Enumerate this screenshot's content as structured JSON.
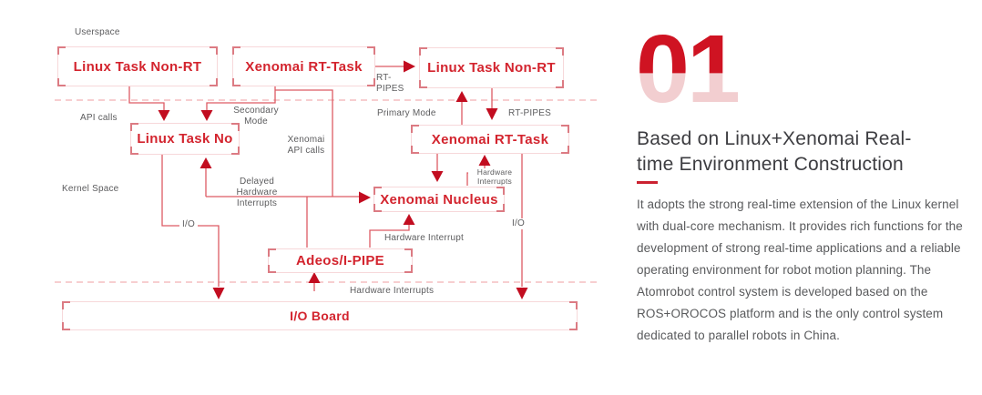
{
  "diagram": {
    "boxes": {
      "linux_task_nonrt_1": "Linux Task Non-RT",
      "xenomai_rt_task_1": "Xenomai RT-Task",
      "linux_task_nonrt_2": "Linux Task Non-RT",
      "linux_task_no": "Linux Task No",
      "xenomai_rt_task_2": "Xenomai RT-Task",
      "xenomai_nucleus": "Xenomai Nucleus",
      "adeos_ipipe": "Adeos/I-PIPE",
      "io_board": "I/O Board"
    },
    "labels": {
      "userspace": "Userspace",
      "kernel_space": "Kernel Space",
      "api_calls": "API calls",
      "rt_pipes_top_l1": "RT-",
      "rt_pipes_top_l2": "PIPES",
      "secondary_mode_l1": "Secondary",
      "secondary_mode_l2": "Mode",
      "primary_mode": "Primary Mode",
      "rt_pipes": "RT-PIPES",
      "xenomai_api_l1": "Xenomai",
      "xenomai_api_l2": "API calls",
      "delayed_l1": "Delayed",
      "delayed_l2": "Hardware",
      "delayed_l3": "Interrupts",
      "hw_int_small_l1": "Hardware",
      "hw_int_small_l2": "Interrupts",
      "io_left": "I/O",
      "io_right": "I/O",
      "hardware_interrupt": "Hardware Interrupt",
      "hardware_interrupts": "Hardware Interrupts"
    }
  },
  "panel": {
    "number": "01",
    "heading_line1": "Based on Linux+Xenomai Real-",
    "heading_line2": "time Environment Construction",
    "body": "It adopts the strong real-time extension of the Linux kernel with dual-core mechanism. It provides rich functions for the development of strong real-time applications and a reliable operating environment for robot motion planning. The Atomrobot control system is developed based on the ROS+OROCOS platform and is the only control system dedicated to parallel robots in China."
  },
  "colors": {
    "accent_red": "#cf1322",
    "box_text_red": "#d3242e",
    "line_red": "#dd5b63",
    "arrow_red": "#c20d20",
    "dashed_pink": "#f2b0b5",
    "corner_bracket": "#dc7b83",
    "label_gray": "#5c5c5e",
    "heading_dark": "#3d3d41",
    "body_gray": "#595a5c",
    "number_bottom_pink": "#f2ced0"
  }
}
